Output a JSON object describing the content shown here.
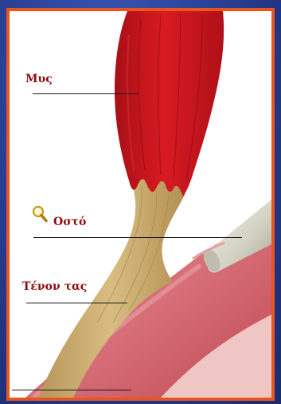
{
  "labels": {
    "muscle": "Μυς",
    "bone": "Οστό",
    "tendon": "Τένον τας"
  },
  "icons": {
    "magnifier": "magnifying-glass-icon"
  },
  "colors": {
    "frame_border": "#e8551f",
    "background": "#2a3f8c",
    "label_text": "#8b0c10",
    "muscle": "#c8141c",
    "tendon": "#c9a86a",
    "bone": "#d4d2c4",
    "sheath": "#c9444c"
  }
}
